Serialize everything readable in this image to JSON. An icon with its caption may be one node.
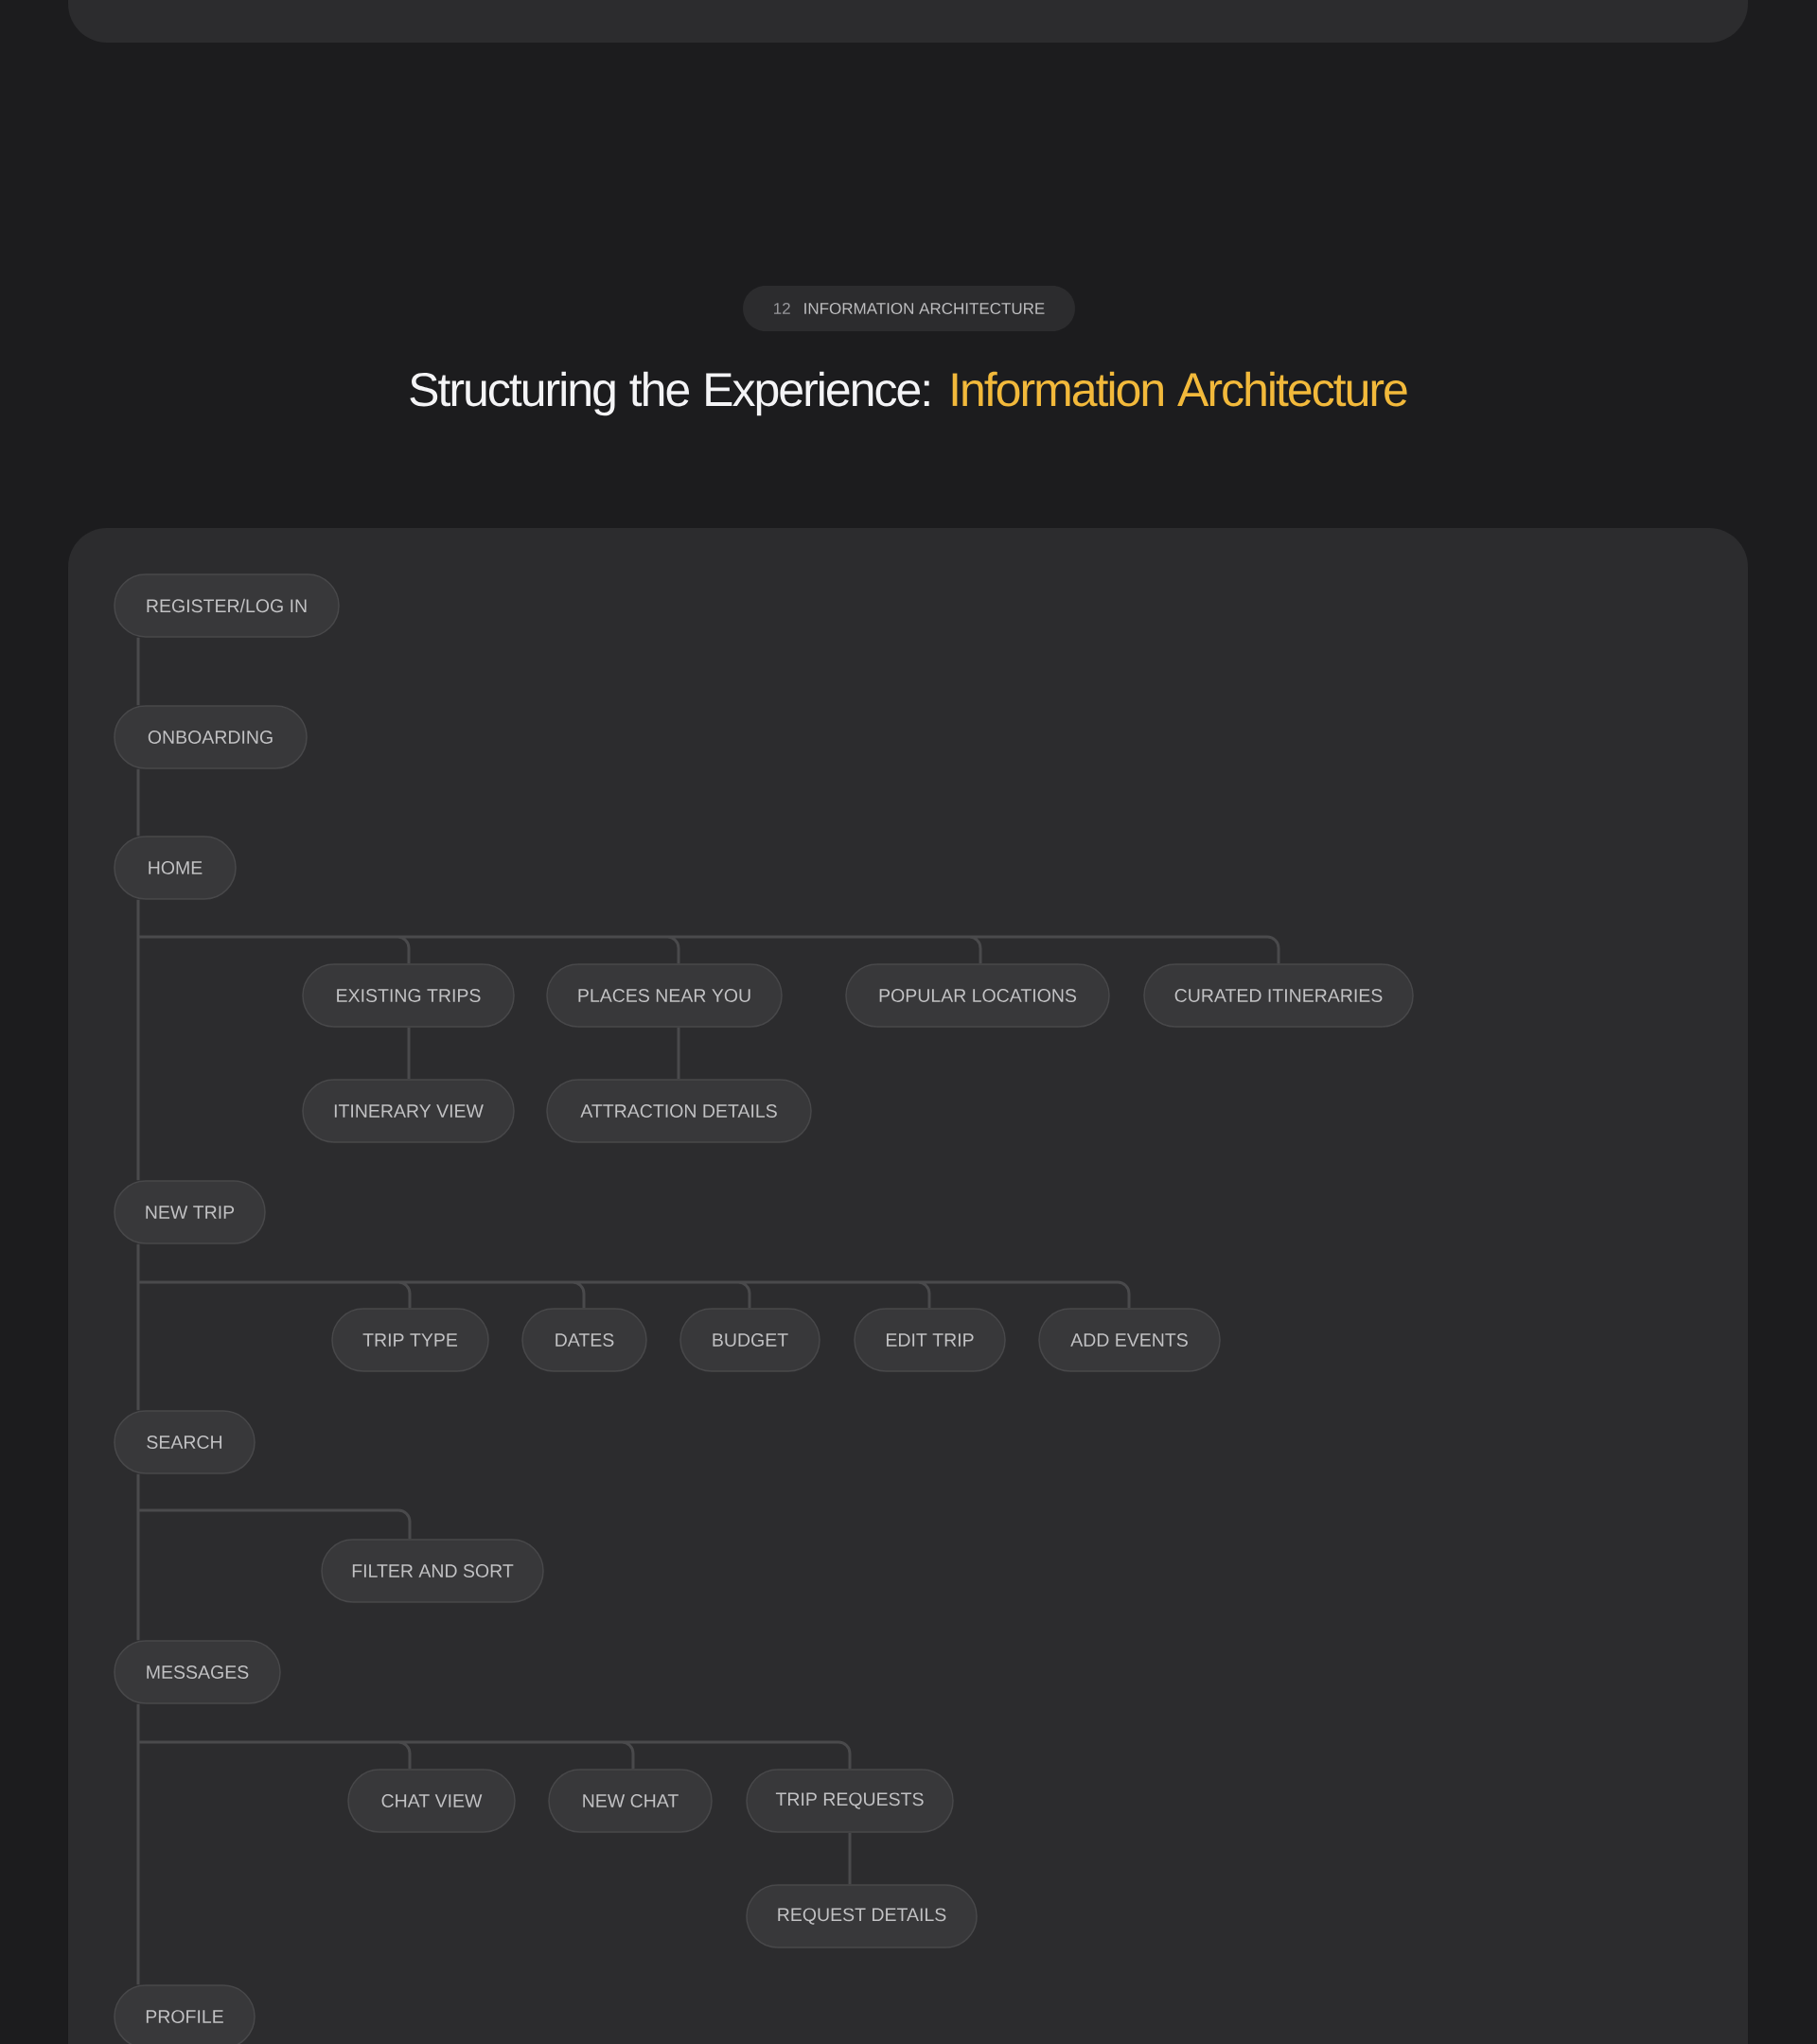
{
  "diagram": {
    "title": "Structuring the Experience: Information Architecture",
    "nodes": [
      {
        "text": [
          "REGISTER/LOG IN"
        ]
      },
      {
        "text": [
          "ONBOARDING"
        ]
      },
      {
        "text": [
          "HOME"
        ]
      },
      {
        "text": [
          "EXISTING TRIPS"
        ]
      },
      {
        "text": [
          "PLACES NEAR YOU"
        ]
      },
      {
        "text": [
          "POPULAR LOCATIONS"
        ]
      },
      {
        "text": [
          "CURATED ITINERARIES"
        ]
      },
      {
        "text": [
          "ITINERARY VIEW"
        ]
      },
      {
        "text": [
          "ATTRACTION DETAILS"
        ]
      },
      {
        "text": [
          "NEW TRIP"
        ]
      },
      {
        "text": [
          "TRIP TYPE"
        ]
      },
      {
        "text": [
          "DATES"
        ]
      },
      {
        "text": [
          "BUDGET"
        ]
      },
      {
        "text": [
          "EDIT TRIP"
        ]
      },
      {
        "text": [
          "ADD EVENTS"
        ]
      },
      {
        "text": [
          "SEARCH"
        ]
      },
      {
        "text": [
          "FILTER AND SORT"
        ]
      },
      {
        "text": [
          "MESSAGES"
        ]
      },
      {
        "text": [
          "CHAT VIEW"
        ]
      },
      {
        "text": [
          "NEW CHAT"
        ]
      },
      {
        "text": [
          "TRIP REQUESTS"
        ]
      },
      {
        "text": [
          "REQUEST DETAILS"
        ]
      },
      {
        "text": [
          "PROFILE"
        ]
      }
    ],
    "edges": [
      {
        "from": 0,
        "to": 1,
        "arrow": "none"
      },
      {
        "from": 1,
        "to": 2,
        "arrow": "none"
      },
      {
        "from": 2,
        "to": 3,
        "arrow": "none"
      },
      {
        "from": 2,
        "to": 4,
        "arrow": "none"
      },
      {
        "from": 2,
        "to": 5,
        "arrow": "none"
      },
      {
        "from": 2,
        "to": 6,
        "arrow": "none"
      },
      {
        "from": 3,
        "to": 7,
        "arrow": "none"
      },
      {
        "from": 4,
        "to": 8,
        "arrow": "none"
      },
      {
        "from": 2,
        "to": 9,
        "arrow": "none"
      },
      {
        "from": 9,
        "to": 10,
        "arrow": "none"
      },
      {
        "from": 9,
        "to": 11,
        "arrow": "none"
      },
      {
        "from": 9,
        "to": 12,
        "arrow": "none"
      },
      {
        "from": 9,
        "to": 13,
        "arrow": "none"
      },
      {
        "from": 9,
        "to": 14,
        "arrow": "none"
      },
      {
        "from": 9,
        "to": 15,
        "arrow": "none"
      },
      {
        "from": 15,
        "to": 16,
        "arrow": "none"
      },
      {
        "from": 15,
        "to": 17,
        "arrow": "none"
      },
      {
        "from": 17,
        "to": 18,
        "arrow": "none"
      },
      {
        "from": 17,
        "to": 19,
        "arrow": "none"
      },
      {
        "from": 17,
        "to": 20,
        "arrow": "none"
      },
      {
        "from": 20,
        "to": 21,
        "arrow": "none"
      },
      {
        "from": 17,
        "to": 22,
        "arrow": "none"
      }
    ],
    "labels": [
      "12",
      "INFORMATION ARCHITECTURE"
    ]
  }
}
